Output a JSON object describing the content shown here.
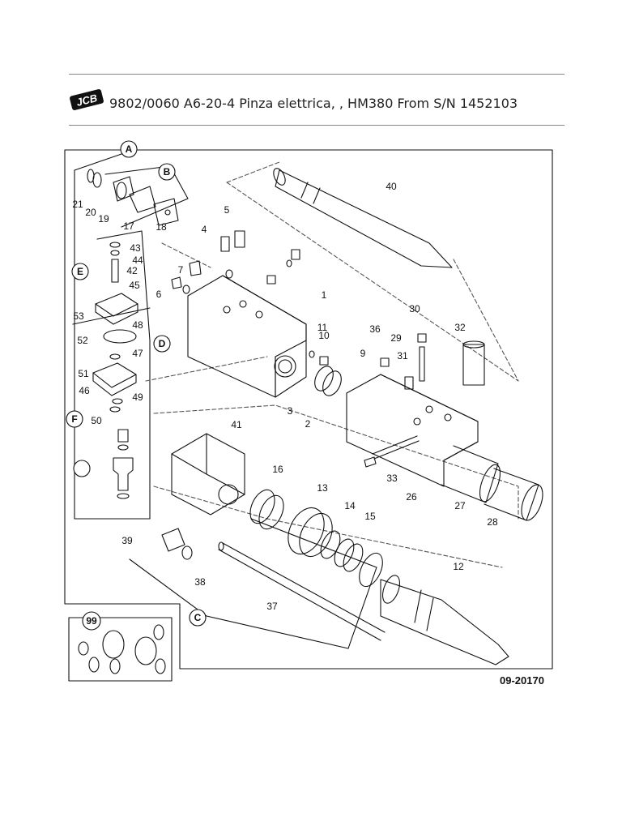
{
  "header": {
    "title": "9802/0060 A6-20-4 Pinza elettrica, , HM380 From S/N 1452103",
    "brand": "JCB"
  },
  "figure": {
    "reference": "09-20170",
    "group_letters": [
      "A",
      "B",
      "C",
      "D",
      "E",
      "F"
    ],
    "kit_label": "99",
    "part_numbers": [
      "1",
      "2",
      "3",
      "4",
      "5",
      "6",
      "7",
      "9",
      "10",
      "11",
      "12",
      "13",
      "14",
      "15",
      "16",
      "17",
      "18",
      "19",
      "20",
      "21",
      "26",
      "27",
      "28",
      "29",
      "30",
      "31",
      "32",
      "33",
      "36",
      "37",
      "38",
      "39",
      "40",
      "41",
      "42",
      "43",
      "44",
      "45",
      "46",
      "47",
      "48",
      "49",
      "50",
      "51",
      "52",
      "53"
    ]
  },
  "colors": {
    "line": "#111111",
    "rule": "#888888",
    "leader": "#555555"
  }
}
